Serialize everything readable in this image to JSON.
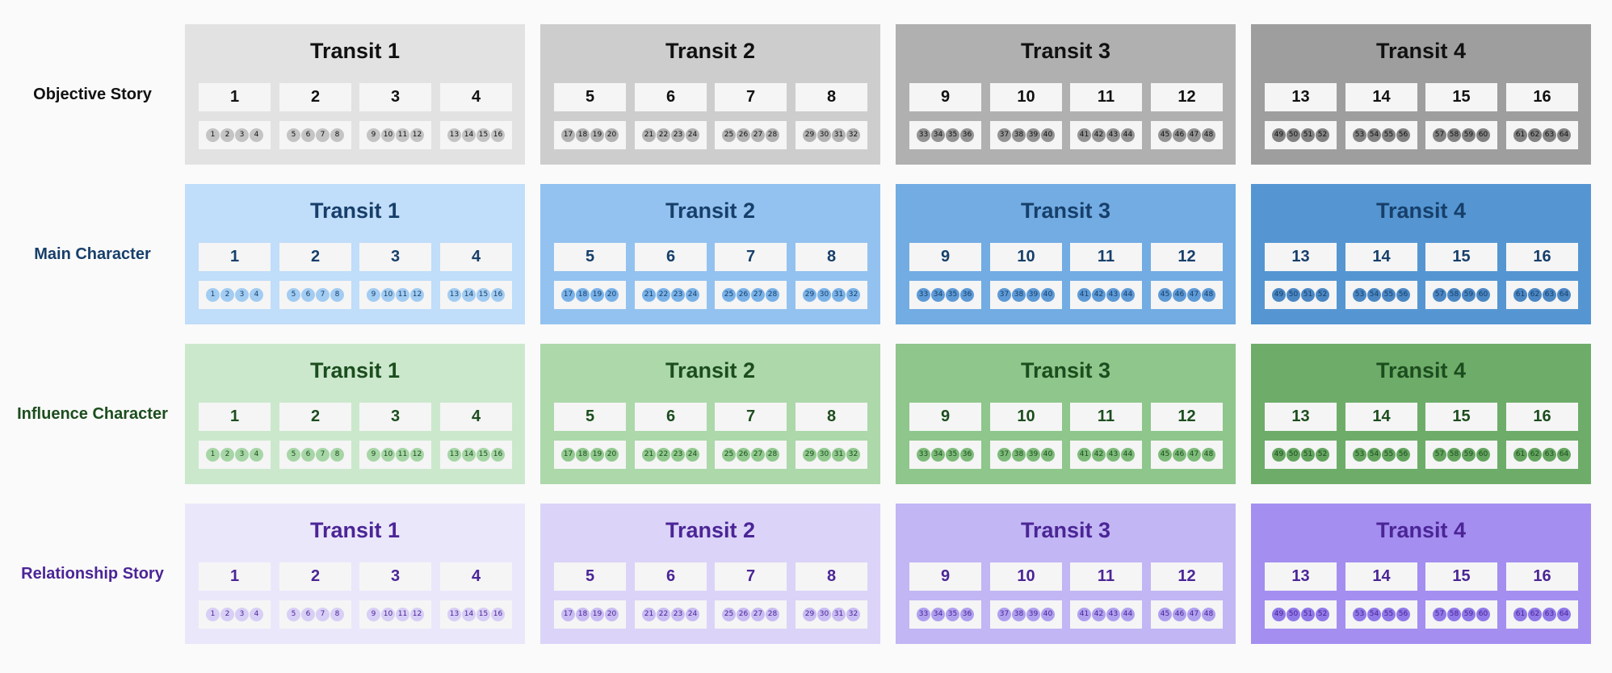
{
  "rows": [
    {
      "label": "Objective Story",
      "label_color": "#111111",
      "text_color": "#111111",
      "transit_bgs": [
        "#e2e2e2",
        "#cdcdcd",
        "#b0b0b0",
        "#9e9e9e"
      ],
      "beat_bgs": [
        "#c4c4c4",
        "#b3b3b3",
        "#949494",
        "#838383"
      ]
    },
    {
      "label": "Main Character",
      "label_color": "#173f6a",
      "text_color": "#173f6a",
      "transit_bgs": [
        "#c0ddf9",
        "#93c2f0",
        "#72ace3",
        "#5596d2"
      ],
      "beat_bgs": [
        "#a3ccf2",
        "#7ab2e8",
        "#5e9ad6",
        "#4b87c3"
      ]
    },
    {
      "label": "Influence Character",
      "label_color": "#1c4d1e",
      "text_color": "#1c4d1e",
      "transit_bgs": [
        "#cbe8cc",
        "#acd8aa",
        "#8ec68b",
        "#6ead69"
      ],
      "beat_bgs": [
        "#a7d6a6",
        "#92c98f",
        "#7ebb7a",
        "#64a45f"
      ]
    },
    {
      "label": "Relationship Story",
      "label_color": "#4b2596",
      "text_color": "#4b2596",
      "transit_bgs": [
        "#ebe7fb",
        "#dbd4f8",
        "#c2b6f4",
        "#a48ef0"
      ],
      "beat_bgs": [
        "#d8cff6",
        "#c9bdf3",
        "#b0a1ef",
        "#9079e8"
      ]
    }
  ],
  "transits": [
    {
      "title": "Transit 1",
      "scenes": [
        {
          "num": "1",
          "beats": [
            "1",
            "2",
            "3",
            "4"
          ]
        },
        {
          "num": "2",
          "beats": [
            "5",
            "6",
            "7",
            "8"
          ]
        },
        {
          "num": "3",
          "beats": [
            "9",
            "10",
            "11",
            "12"
          ]
        },
        {
          "num": "4",
          "beats": [
            "13",
            "14",
            "15",
            "16"
          ]
        }
      ]
    },
    {
      "title": "Transit 2",
      "scenes": [
        {
          "num": "5",
          "beats": [
            "17",
            "18",
            "19",
            "20"
          ]
        },
        {
          "num": "6",
          "beats": [
            "21",
            "22",
            "23",
            "24"
          ]
        },
        {
          "num": "7",
          "beats": [
            "25",
            "26",
            "27",
            "28"
          ]
        },
        {
          "num": "8",
          "beats": [
            "29",
            "30",
            "31",
            "32"
          ]
        }
      ]
    },
    {
      "title": "Transit 3",
      "scenes": [
        {
          "num": "9",
          "beats": [
            "33",
            "34",
            "35",
            "36"
          ]
        },
        {
          "num": "10",
          "beats": [
            "37",
            "38",
            "39",
            "40"
          ]
        },
        {
          "num": "11",
          "beats": [
            "41",
            "42",
            "43",
            "44"
          ]
        },
        {
          "num": "12",
          "beats": [
            "45",
            "46",
            "47",
            "48"
          ]
        }
      ]
    },
    {
      "title": "Transit 4",
      "scenes": [
        {
          "num": "13",
          "beats": [
            "49",
            "50",
            "51",
            "52"
          ]
        },
        {
          "num": "14",
          "beats": [
            "53",
            "54",
            "55",
            "56"
          ]
        },
        {
          "num": "15",
          "beats": [
            "57",
            "58",
            "59",
            "60"
          ]
        },
        {
          "num": "16",
          "beats": [
            "61",
            "62",
            "63",
            "64"
          ]
        }
      ]
    }
  ]
}
